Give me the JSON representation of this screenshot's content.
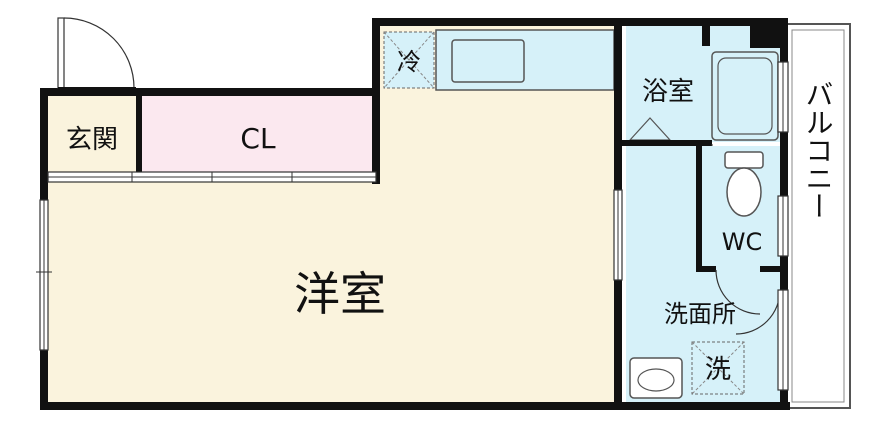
{
  "rooms": {
    "western_room": "洋室",
    "closet": "CL",
    "entrance": "玄関",
    "bathroom": "浴室",
    "toilet": "WC",
    "washroom": "洗面所",
    "balcony": "バルコニー"
  },
  "symbols": {
    "refrigerator": "冷",
    "washer": "洗"
  },
  "colors": {
    "western_room": "#faf3dd",
    "closet": "#fbe8ef",
    "wet_area": "#d6f1f9",
    "entrance": "#faf3dd",
    "wall": "#111111"
  }
}
